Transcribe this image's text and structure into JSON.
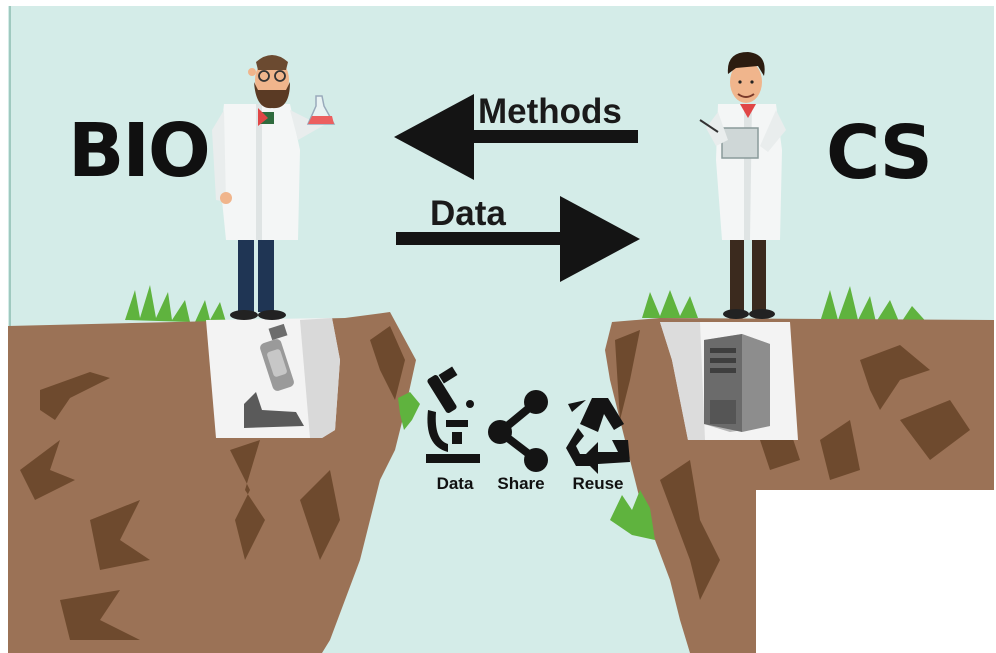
{
  "labels": {
    "left_field": "BIO",
    "right_field": "CS",
    "top_arrow": "Methods",
    "bottom_arrow": "Data"
  },
  "icons": [
    {
      "icon": "microscope-icon",
      "label": "Data"
    },
    {
      "icon": "share-icon",
      "label": "Share"
    },
    {
      "icon": "recycle-icon",
      "label": "Reuse"
    }
  ],
  "colors": {
    "sky": "#d4ece8",
    "cliff": "#9b7256",
    "crack": "#6e4a2e",
    "grass": "#5fb33e",
    "arrow": "#141414"
  }
}
